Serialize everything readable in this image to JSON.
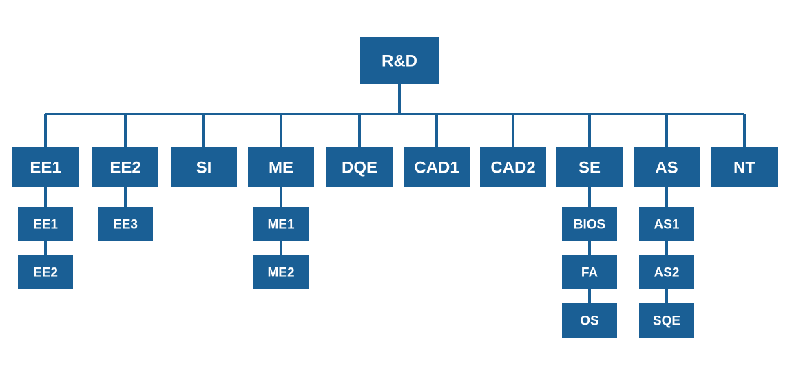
{
  "diagram": {
    "root": {
      "label": "R&D"
    },
    "departments": [
      {
        "label": "EE1",
        "children": [
          "EE1",
          "EE2"
        ]
      },
      {
        "label": "EE2",
        "children": [
          "EE3"
        ]
      },
      {
        "label": "SI",
        "children": []
      },
      {
        "label": "ME",
        "children": [
          "ME1",
          "ME2"
        ]
      },
      {
        "label": "DQE",
        "children": []
      },
      {
        "label": "CAD1",
        "children": []
      },
      {
        "label": "CAD2",
        "children": []
      },
      {
        "label": "SE",
        "children": [
          "BIOS",
          "FA",
          "OS"
        ]
      },
      {
        "label": "AS",
        "children": [
          "AS1",
          "AS2",
          "SQE"
        ]
      },
      {
        "label": "NT",
        "children": []
      }
    ],
    "colors": {
      "box_fill": "#1a5f95",
      "connector": "#1a5f95",
      "text": "#ffffff"
    }
  }
}
